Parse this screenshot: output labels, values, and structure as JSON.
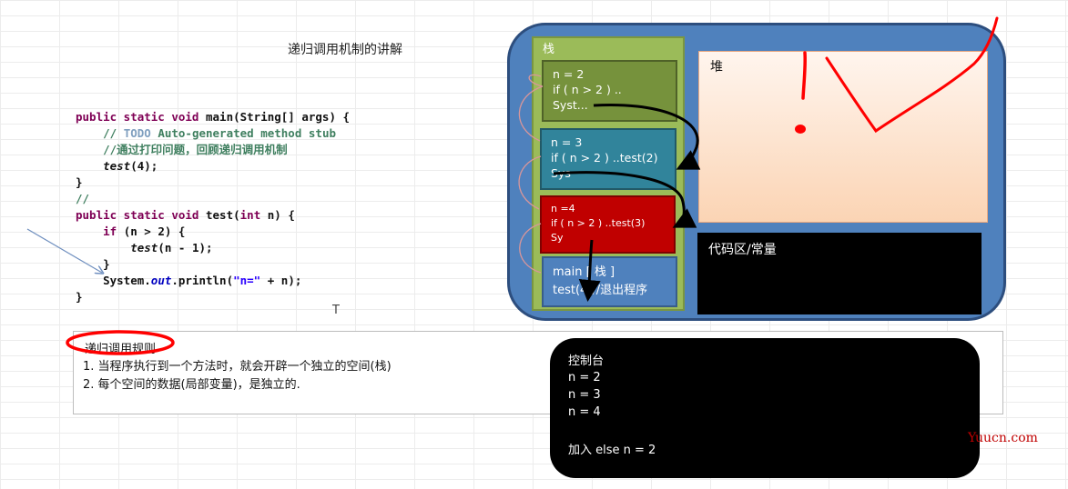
{
  "title": "递归调用机制的讲解",
  "code_lines": [
    "public static void main(String[] args) {",
    "    // TODO Auto-generated method stub",
    "    //通过打印问题，回顾递归调用机制",
    "    test(4);",
    "}",
    "//",
    "public static void test(int n) {",
    "    if (n > 2) {",
    "        test(n - 1);",
    "    }",
    "    System.out.println(\"n=\" + n);",
    "}"
  ],
  "cursor_glyph": "T",
  "stack": {
    "label": "栈",
    "frames": [
      {
        "lines": [
          "n  = 2",
          "if ( n > 2 ) ..",
          "Syst..."
        ]
      },
      {
        "lines": [
          "n  = 3",
          "if ( n > 2 ) ..test(2)",
          "Sys"
        ]
      },
      {
        "lines": [
          "n =4",
          "if ( n > 2 ) ..test(3)",
          "Sy"
        ]
      },
      {
        "lines": [
          "main [ 栈 ]",
          "test(4)//退出程序"
        ]
      }
    ]
  },
  "heap": {
    "label": "堆"
  },
  "code_area": {
    "label": "代码区/常量"
  },
  "rules": {
    "title": "递归调用规则",
    "items": [
      "1. 当程序执行到一个方法时，就会开辟一个独立的空间(栈)",
      "2. 每个空间的数据(局部变量)，是独立的."
    ]
  },
  "console": {
    "title": "控制台",
    "lines": [
      "n = 2",
      "n = 3",
      "n = 4",
      "",
      "加入 else  n = 2"
    ]
  },
  "watermark": "Yuucn.com",
  "colors": {
    "jvm_bg": "#4f81bd",
    "stack_bg": "#9bbb59",
    "frame1": "#76923c",
    "frame2": "#31849b",
    "frame3": "#c00000",
    "frame4": "#4f81bd",
    "annotation_red": "#ff0000"
  }
}
